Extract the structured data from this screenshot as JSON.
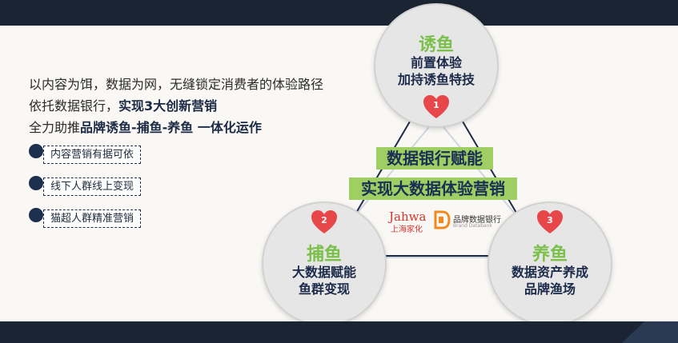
{
  "intro": {
    "line1": "以内容为饵，数据为网，无缝锁定消费者的体验路径",
    "line2_prefix": "依托数据银行，",
    "line2_bold": "实现3大创新营销",
    "line3_prefix": "全力助推",
    "line3_bold": "品牌诱鱼-捕鱼-养鱼 一体化运作"
  },
  "bullets": [
    "内容营销有据可依",
    "线下人群线上变现",
    "猫超人群精准营销"
  ],
  "circles": {
    "top": {
      "title": "诱鱼",
      "line1": "前置体验",
      "line2": "加持诱鱼特技",
      "number": "1"
    },
    "left": {
      "title": "捕鱼",
      "line1": "大数据赋能",
      "line2": "鱼群变现",
      "number": "2"
    },
    "right": {
      "title": "养鱼",
      "line1": "数据资产养成",
      "line2": "品牌渔场",
      "number": "3"
    }
  },
  "center": {
    "band1": "数据银行赋能",
    "band2": "实现大数据体验营销"
  },
  "logos": {
    "jahwa": "Jahwa",
    "jahwa_cn": "上海家化",
    "brand": "品牌数据银行",
    "brand_en": "Brand Databank"
  },
  "colors": {
    "dark_bar": "#1b2432",
    "accent_green": "#9fce62",
    "title_green": "#7bc04a",
    "heart_red": "#e8474a",
    "navy": "#1c2b4a"
  }
}
